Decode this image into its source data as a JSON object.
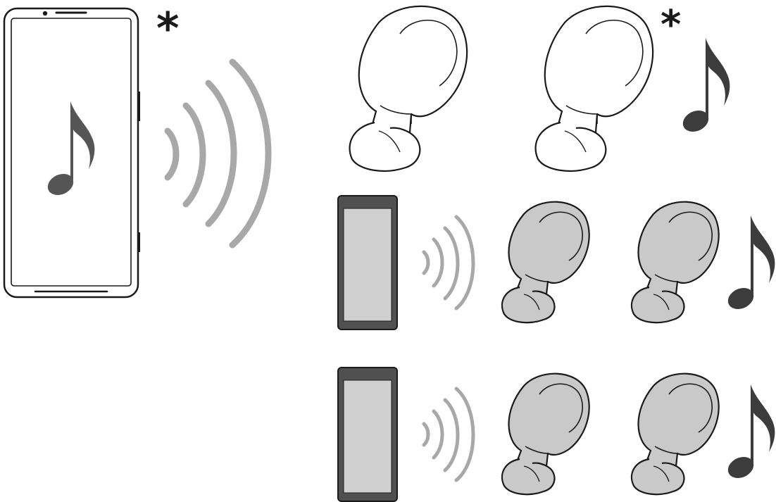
{
  "marks": {
    "primary_asterisk": "*",
    "earbud_asterisk": "*"
  },
  "scenes": [
    {
      "id": "primary",
      "device": "phone-outline",
      "earbuds": "outline",
      "emphasis": "highlighted"
    },
    {
      "id": "secondary-1",
      "device": "phone-gray",
      "earbuds": "gray",
      "emphasis": "dimmed"
    },
    {
      "id": "secondary-2",
      "device": "phone-gray",
      "earbuds": "gray",
      "emphasis": "dimmed"
    }
  ],
  "colors": {
    "stroke": "#1a1a1a",
    "note_dark": "#3c3c3c",
    "note_mid": "#555555",
    "wave": "#a8a8a8",
    "screen_gray": "#d0d0d0",
    "phone_gray_frame": "#505050",
    "bud_gray": "#c9c9c9"
  },
  "icons": [
    "smartphone-icon",
    "music-note-icon",
    "signal-waves-icon",
    "earbud-icon",
    "asterisk-icon"
  ]
}
